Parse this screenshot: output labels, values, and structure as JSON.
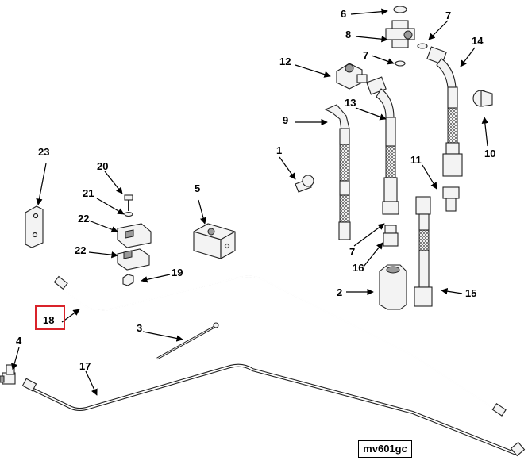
{
  "diagram": {
    "reference_code": "mv601gc",
    "highlighted_callout": "18",
    "highlight_color": "#d9232a",
    "callouts": {
      "c1": "1",
      "c2": "2",
      "c3": "3",
      "c4": "4",
      "c5": "5",
      "c6": "6",
      "c7a": "7",
      "c7b": "7",
      "c7c": "7",
      "c8": "8",
      "c9": "9",
      "c10": "10",
      "c11": "11",
      "c12": "12",
      "c13": "13",
      "c14": "14",
      "c15": "15",
      "c16": "16",
      "c17": "17",
      "c18": "18",
      "c19": "19",
      "c20": "20",
      "c21": "21",
      "c22a": "22",
      "c22b": "22",
      "c23": "23"
    }
  }
}
